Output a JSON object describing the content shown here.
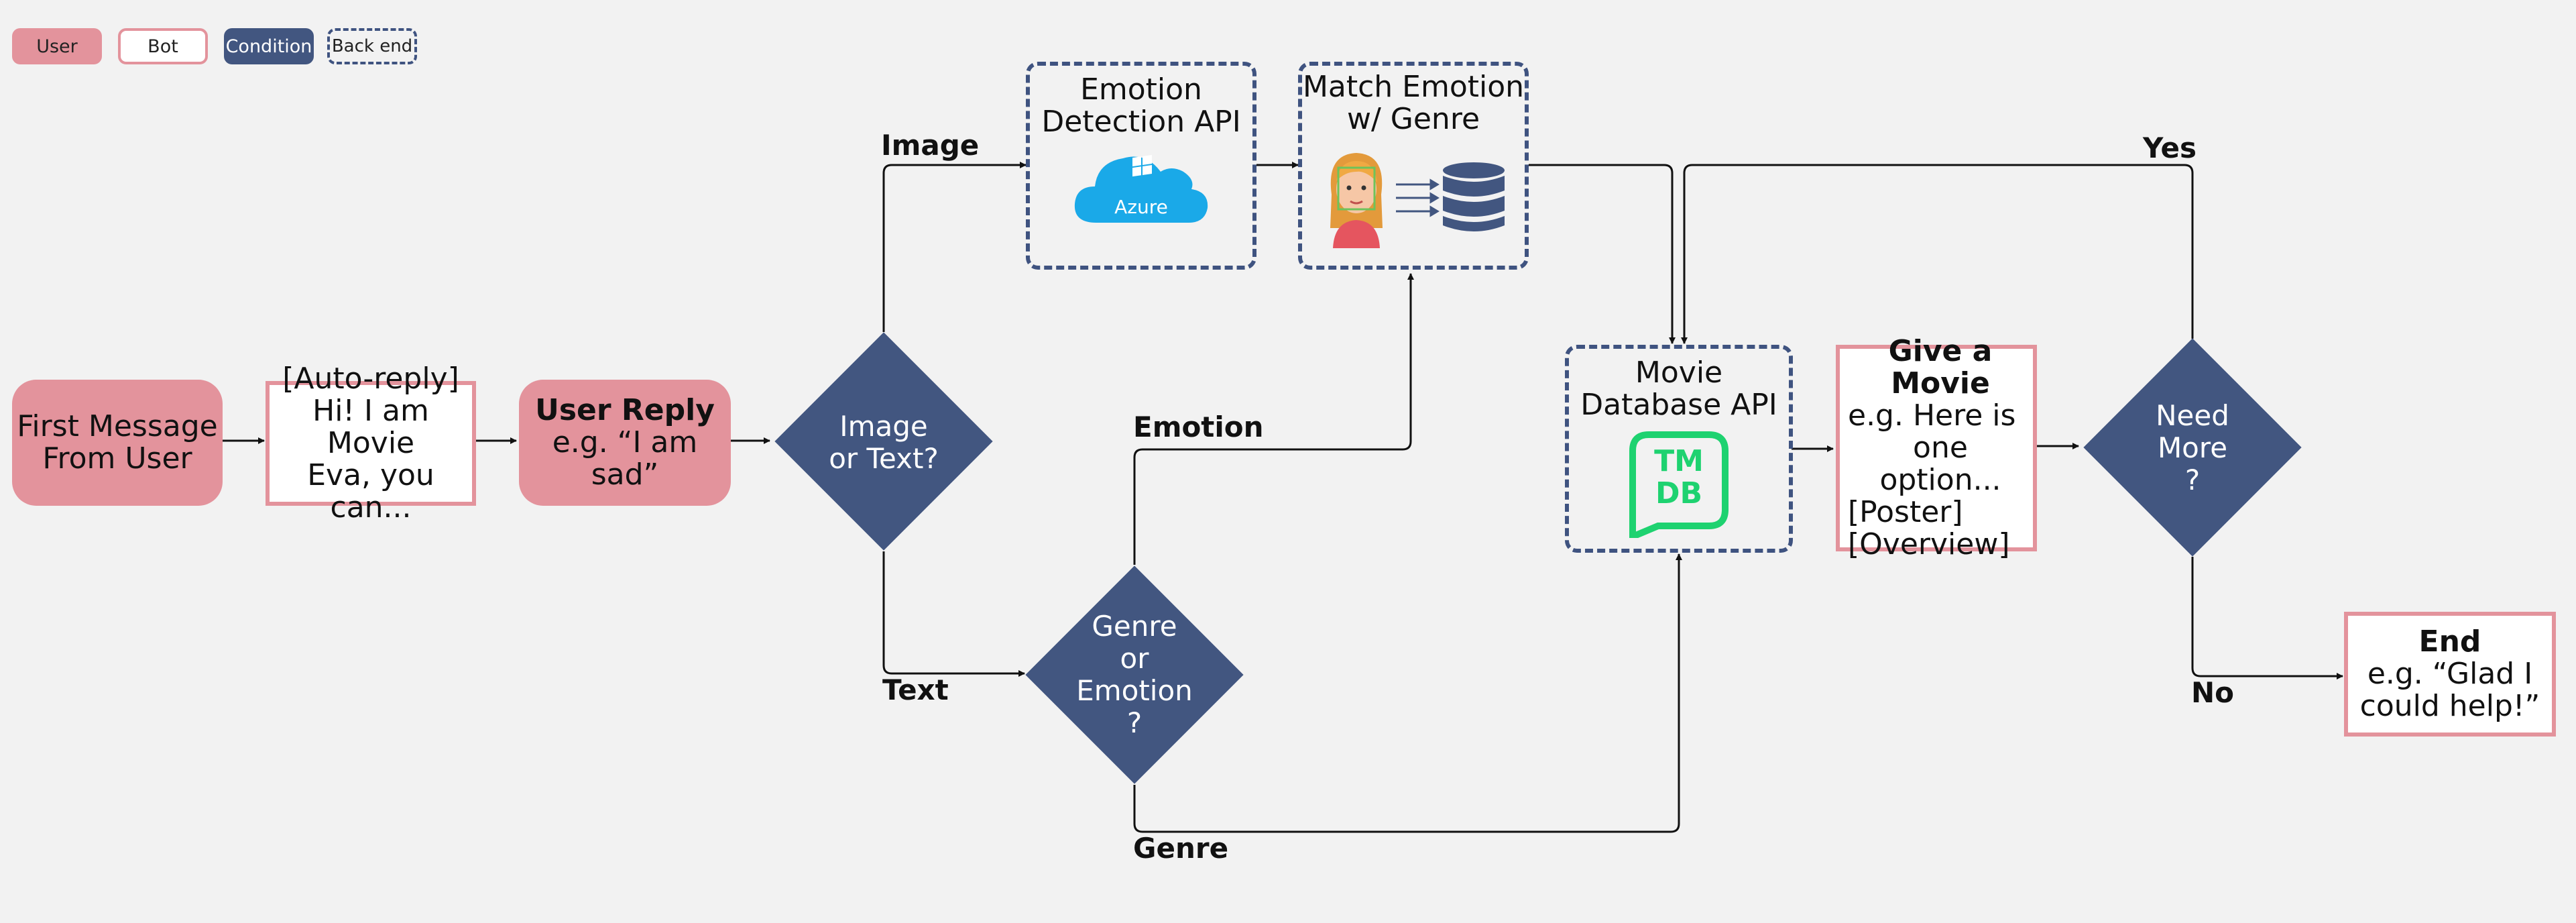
{
  "legend": {
    "user": "User",
    "bot": "Bot",
    "condition": "Condition",
    "backend": "Back end"
  },
  "colors": {
    "user_fill": "#e3939c",
    "condition_fill": "#425680",
    "backend_border": "#3f5380",
    "azure_blue": "#1aa9e8",
    "tmdb_green": "#1ed270"
  },
  "nodes": {
    "first_message": {
      "line1": "First Message",
      "line2": "From User"
    },
    "auto_reply": {
      "line1": "[Auto-reply]",
      "line2": "Hi! I am Movie",
      "line3": "Eva, you can..."
    },
    "user_reply": {
      "title": "User Reply",
      "subtitle": "e.g. “I am sad”"
    },
    "image_or_text": {
      "line1": "Image",
      "line2": "or Text?"
    },
    "emotion_api": {
      "line1": "Emotion",
      "line2": "Detection API",
      "logo_text": "Azure",
      "icon": "azure-cloud-icon"
    },
    "match_emotion": {
      "line1": "Match Emotion",
      "line2": "w/ Genre",
      "icons": [
        "face-detection-icon",
        "arrows-icon",
        "database-icon"
      ]
    },
    "genre_or_emotion": {
      "line1": "Genre",
      "line2": "or",
      "line3": "Emotion",
      "line4": "?"
    },
    "movie_db_api": {
      "line1": "Movie",
      "line2": "Database API",
      "logo_line1": "TM",
      "logo_line2": "DB",
      "icon": "tmdb-logo-icon"
    },
    "give_movie": {
      "title": "Give a Movie",
      "line1": "e.g. Here is",
      "line2": "one option...",
      "line3": "[Poster]",
      "line4": "[Overview]"
    },
    "need_more": {
      "line1": "Need",
      "line2": "More",
      "line3": "?"
    },
    "end": {
      "title": "End",
      "line1": "e.g. “Glad I",
      "line2": "could help!”"
    }
  },
  "edges": {
    "image": "Image",
    "text": "Text",
    "emotion": "Emotion",
    "genre": "Genre",
    "yes": "Yes",
    "no": "No"
  }
}
